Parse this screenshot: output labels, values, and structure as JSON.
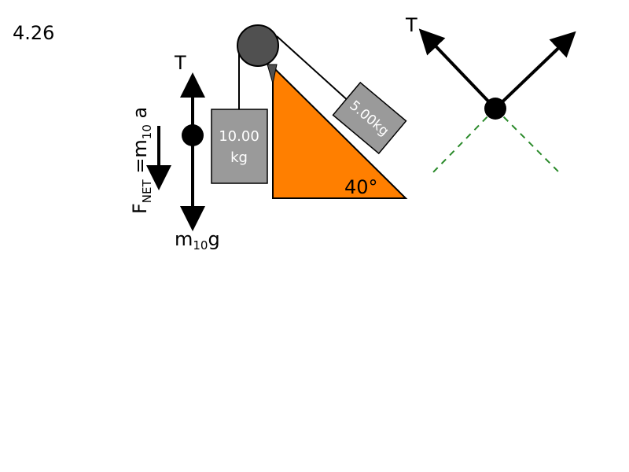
{
  "slide": {
    "problem_number": "4.26"
  },
  "fbd_hanging": {
    "tension_label": "T",
    "weight_label_main": "m",
    "weight_label_sub": "10",
    "weight_label_end": "g",
    "net_force_F": "F",
    "net_force_sub": "NET",
    "net_force_eq": " =m",
    "net_force_m_sub": "10",
    "net_force_a": " a"
  },
  "apparatus": {
    "hanging_mass_line1": "10.00",
    "hanging_mass_line2": "kg",
    "incline_mass_label": "5.00kg",
    "angle_label": "40°"
  },
  "fbd_incline": {
    "tension_label": "T"
  },
  "colors": {
    "incline_fill": "#ff7f00",
    "block_fill": "#9a9a9a",
    "pulley_fill": "#505050",
    "axis_dash": "#2a8a2a",
    "ink": "#000000"
  }
}
